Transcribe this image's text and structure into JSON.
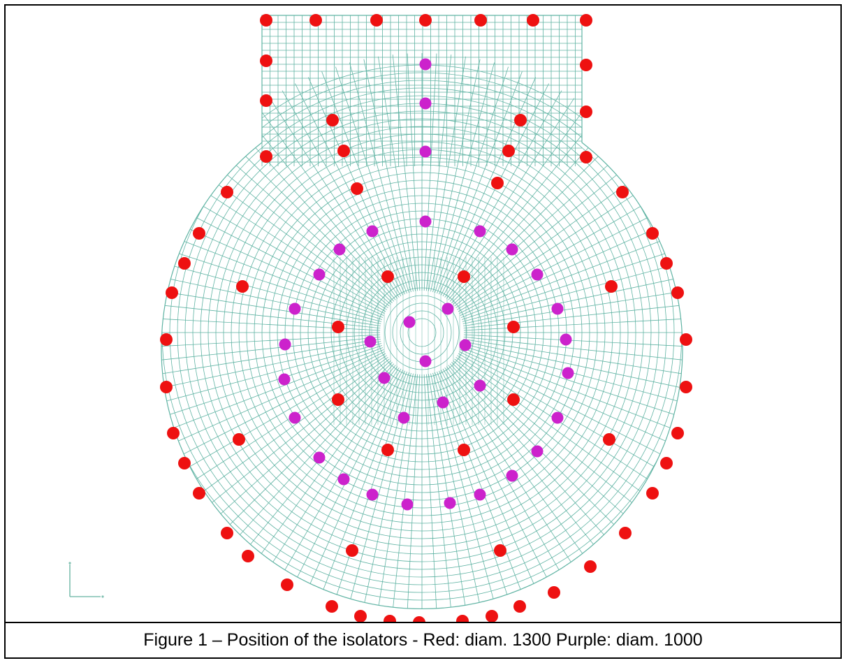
{
  "figure": {
    "caption": "Figure 1 – Position of the isolators - Red: diam. 1300 Purple: diam. 1000"
  },
  "colors": {
    "mesh": "#5fb3a3",
    "red_isolator": "#ee1111",
    "purple_isolator": "#cc22cc",
    "axis": "#7fbfb0",
    "border": "#000000"
  },
  "isolators": {
    "red": {
      "diameter": "1300"
    },
    "purple": {
      "diameter": "1000"
    }
  }
}
